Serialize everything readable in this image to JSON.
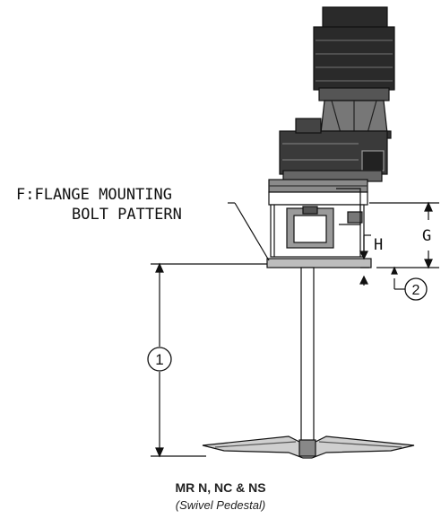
{
  "annotations": {
    "flange_line1": "F:FLANGE MOUNTING",
    "flange_line2": "BOLT PATTERN",
    "g_label": "G",
    "h_label": "H",
    "callout_1": "1",
    "callout_2": "2"
  },
  "caption": {
    "title": "MR N, NC & NS",
    "subtitle": "(Swivel Pedestal)"
  },
  "colors": {
    "line": "#111111",
    "motor_fill": "#2a2a2a",
    "gearbox_fill": "#3a3a3a",
    "background": "#ffffff"
  }
}
